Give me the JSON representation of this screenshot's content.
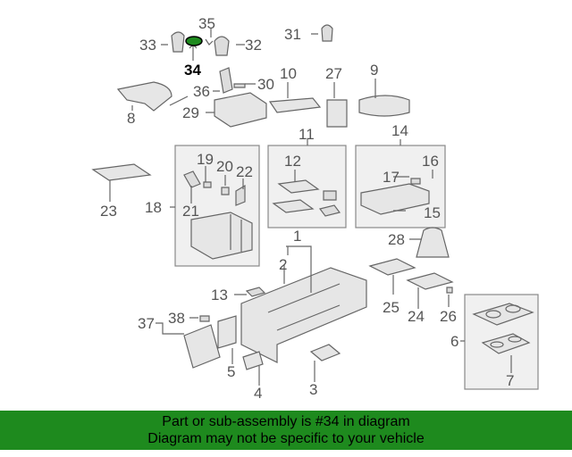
{
  "diagram": {
    "callouts": {
      "n1": "1",
      "n2": "2",
      "n3": "3",
      "n4": "4",
      "n5": "5",
      "n6": "6",
      "n7": "7",
      "n8": "8",
      "n9": "9",
      "n10": "10",
      "n11": "11",
      "n12": "12",
      "n13": "13",
      "n14": "14",
      "n15": "15",
      "n16": "16",
      "n17": "17",
      "n18": "18",
      "n19": "19",
      "n20": "20",
      "n21": "21",
      "n22": "22",
      "n23": "23",
      "n24": "24",
      "n25": "25",
      "n26": "26",
      "n27": "27",
      "n28": "28",
      "n29": "29",
      "n30": "30",
      "n31": "31",
      "n32": "32",
      "n33": "33",
      "n34": "34",
      "n35": "35",
      "n36": "36",
      "n37": "37",
      "n38": "38"
    },
    "highlighted_part": "34",
    "highlight_color": "#1e8a1e"
  },
  "banner": {
    "line1": "Part or sub-assembly is #34 in diagram",
    "line2": "Diagram may not be specific to your vehicle",
    "background": "#1e8a1e"
  }
}
